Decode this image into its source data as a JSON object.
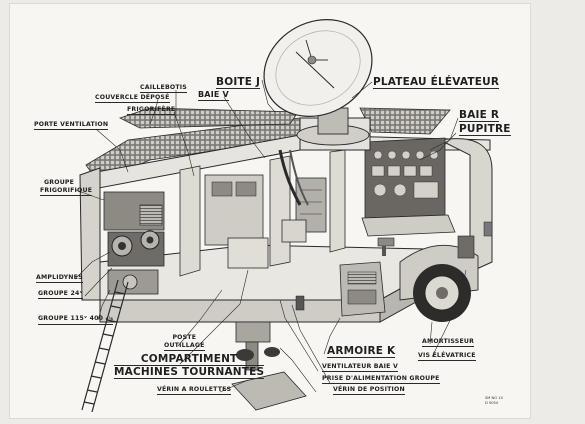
{
  "labels": {
    "boite_j": "BOITE J",
    "plateau_elevateur": "PLATEAU ÉLÉVATEUR",
    "caillebotis": "CAILLEBOTIS",
    "couvercle_depose": "COUVERCLE DÉPOSÉ",
    "baie_v": "BAIE V",
    "frigorifere": "FRIGORIFÈRE",
    "porte_ventilation": "PORTE VENTILATION",
    "baie_r": "BAIE R",
    "pupitre": "PUPITRE",
    "groupe_frigorifique_1": "GROUPE",
    "groupe_frigorifique_2": "FRIGORIFIQUE",
    "amplidynes": "AMPLIDYNES",
    "groupe_24": "GROUPE 24ᵛ",
    "groupe_115": "GROUPE 115ᵛ 400",
    "groupe_115_sub": "c/s",
    "poste_outillage_1": "POSTE",
    "poste_outillage_2": "OUTILLAGE",
    "compartiment_1": "COMPARTIMENT",
    "compartiment_2": "MACHINES TOURNANTES",
    "verin_roulettes": "VÉRIN A ROULETTES",
    "armoire_k": "ARMOIRE K",
    "ventilateur_baie_v": "VENTILATEUR BAIE V",
    "prise_alimentation": "PRISE D'ALIMENTATION GROUPE",
    "verin_position": "VÉRIN DE POSITION",
    "amortisseur": "AMORTISSEUR",
    "vis_elevatrice": "VIS ÉLÉVATRICE",
    "ref_line_1": "SM NO 14",
    "ref_line_2": "D 9054"
  },
  "colors": {
    "paper": "#f7f6f2",
    "ink": "#1f1f1f",
    "shade": "#8d8a84",
    "dark": "#3b3a38"
  },
  "icons": [
    "radar-dish-icon",
    "truck-wheel-icon",
    "ladder-icon"
  ]
}
